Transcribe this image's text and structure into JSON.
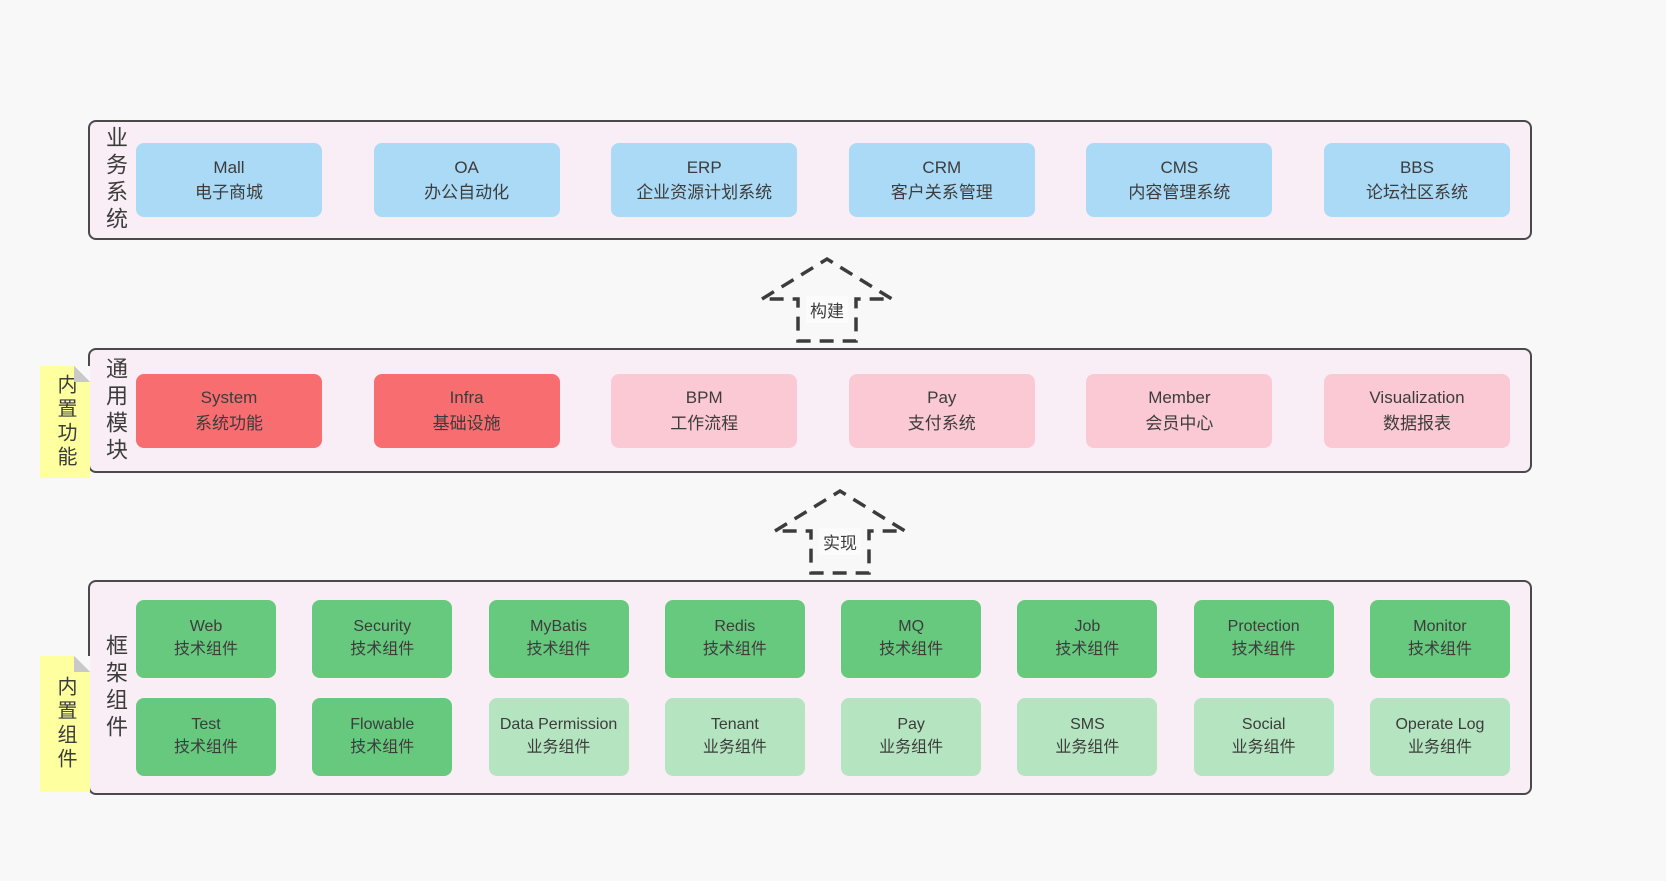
{
  "colors": {
    "page_bg": "#f8f8f8",
    "band_bg": "#f9edf6",
    "band_border": "#4a4a4a",
    "blue": "#aadaf5",
    "red": "#f76d70",
    "pink": "#fbc9d3",
    "green_dark": "#66c97e",
    "green_light": "#b5e4c0",
    "sticky_yellow": "#feff9e",
    "sticky_fold": "#c9c9c9",
    "text": "#3c3c3c"
  },
  "arrows": [
    {
      "label": "构建"
    },
    {
      "label": "实现"
    }
  ],
  "bands": {
    "business": {
      "label": "业务系统",
      "items": [
        {
          "en": "Mall",
          "zh": "电子商城",
          "color": "blue"
        },
        {
          "en": "OA",
          "zh": "办公自动化",
          "color": "blue"
        },
        {
          "en": "ERP",
          "zh": "企业资源计划系统",
          "color": "blue"
        },
        {
          "en": "CRM",
          "zh": "客户关系管理",
          "color": "blue"
        },
        {
          "en": "CMS",
          "zh": "内容管理系统",
          "color": "blue"
        },
        {
          "en": "BBS",
          "zh": "论坛社区系统",
          "color": "blue"
        }
      ]
    },
    "modules": {
      "sticky": "内置功能",
      "label": "通用模块",
      "items": [
        {
          "en": "System",
          "zh": "系统功能",
          "color": "red"
        },
        {
          "en": "Infra",
          "zh": "基础设施",
          "color": "red"
        },
        {
          "en": "BPM",
          "zh": "工作流程",
          "color": "pink"
        },
        {
          "en": "Pay",
          "zh": "支付系统",
          "color": "pink"
        },
        {
          "en": "Member",
          "zh": "会员中心",
          "color": "pink"
        },
        {
          "en": "Visualization",
          "zh": "数据报表",
          "color": "pink"
        }
      ]
    },
    "framework": {
      "sticky": "内置组件",
      "label": "框架组件",
      "rows": [
        [
          {
            "en": "Web",
            "zh": "技术组件",
            "color": "green-dark"
          },
          {
            "en": "Security",
            "zh": "技术组件",
            "color": "green-dark"
          },
          {
            "en": "MyBatis",
            "zh": "技术组件",
            "color": "green-dark"
          },
          {
            "en": "Redis",
            "zh": "技术组件",
            "color": "green-dark"
          },
          {
            "en": "MQ",
            "zh": "技术组件",
            "color": "green-dark"
          },
          {
            "en": "Job",
            "zh": "技术组件",
            "color": "green-dark"
          },
          {
            "en": "Protection",
            "zh": "技术组件",
            "color": "green-dark"
          },
          {
            "en": "Monitor",
            "zh": "技术组件",
            "color": "green-dark"
          }
        ],
        [
          {
            "en": "Test",
            "zh": "技术组件",
            "color": "green-dark"
          },
          {
            "en": "Flowable",
            "zh": "技术组件",
            "color": "green-dark"
          },
          {
            "en": "Data Permission",
            "zh": "业务组件",
            "color": "green-light"
          },
          {
            "en": "Tenant",
            "zh": "业务组件",
            "color": "green-light"
          },
          {
            "en": "Pay",
            "zh": "业务组件",
            "color": "green-light"
          },
          {
            "en": "SMS",
            "zh": "业务组件",
            "color": "green-light"
          },
          {
            "en": "Social",
            "zh": "业务组件",
            "color": "green-light"
          },
          {
            "en": "Operate Log",
            "zh": "业务组件",
            "color": "green-light"
          }
        ]
      ]
    }
  }
}
